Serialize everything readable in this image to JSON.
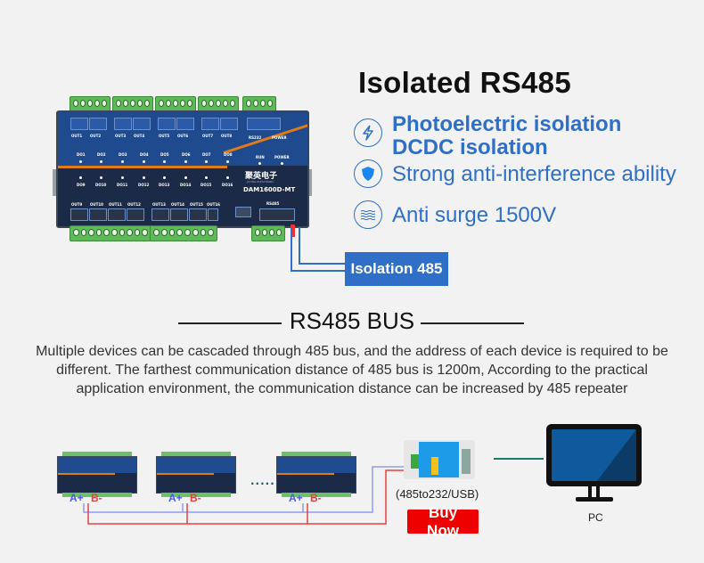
{
  "header": {
    "title": "Isolated RS485"
  },
  "features": [
    {
      "icon": "lightning-icon",
      "lines": [
        "Photoelectric isolation",
        "DCDC isolation"
      ]
    },
    {
      "icon": "shield-icon",
      "lines": [
        "Strong anti-interference ability"
      ]
    },
    {
      "icon": "wave-icon",
      "lines": [
        "Anti surge 1500V"
      ]
    }
  ],
  "device": {
    "brand_cn": "聚英电子",
    "brand_en": "JUYING ELECTRONIC",
    "model": "DAM1600D-MT",
    "top_outputs": [
      "OUT1",
      "OUT2",
      "OUT3",
      "OUT4",
      "OUT5",
      "OUT6",
      "OUT7",
      "OUT8"
    ],
    "do_top": [
      "DO1",
      "DO2",
      "DO3",
      "DO4",
      "DO5",
      "DO6",
      "DO7",
      "DO8"
    ],
    "do_bottom": [
      "DO9",
      "DO10",
      "DO11",
      "DO12",
      "DO13",
      "DO14",
      "DO15",
      "DO16"
    ],
    "bottom_outputs": [
      "OUT9",
      "OUT10",
      "OUT11",
      "OUT12",
      "OUT13",
      "OUT14",
      "OUT15",
      "OUT16"
    ],
    "status": [
      "RUN",
      "POWER"
    ],
    "rs232_label": "RS232",
    "power_label": "POWER",
    "rs485_label": "RS485"
  },
  "isolation_badge": "Isolation 485",
  "bus": {
    "title": "RS485 BUS",
    "description": "Multiple devices can be cascaded through 485 bus, and the address of each device is required to be different. The farthest communication distance of 485 bus is 1200m, According to the practical application environment, the communication distance can be increased by 485 repeater",
    "a_label": "A+",
    "b_label": "B-",
    "ellipsis": "......",
    "converter_label": "(485to232/USB)",
    "buy_button": "Buy Now",
    "pc_label": "PC"
  },
  "colors": {
    "accent_blue": "#2f6fc7",
    "buy_red": "#ee0000",
    "wire_blue": "#8f9cf0",
    "wire_red": "#e84040"
  }
}
